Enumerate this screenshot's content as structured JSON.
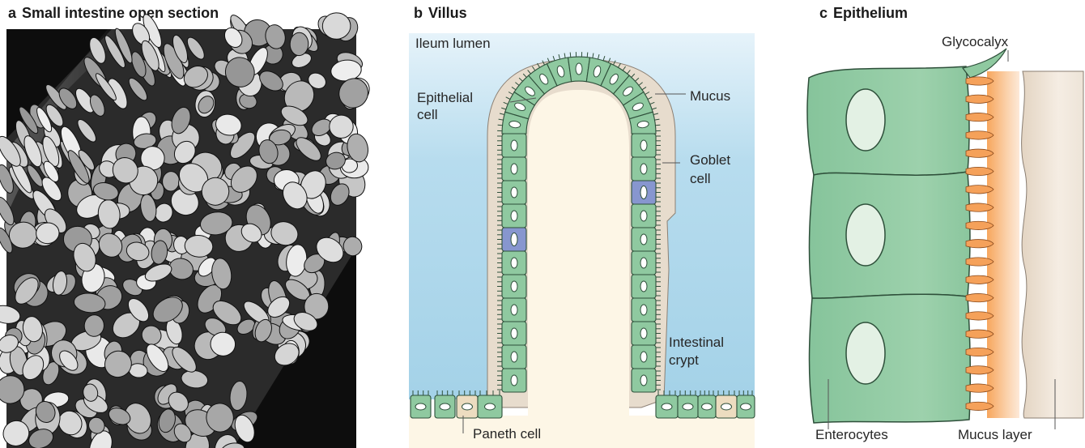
{
  "figure": {
    "panel_a": {
      "letter": "a",
      "title": "Small intestine open section"
    },
    "panel_b": {
      "letter": "b",
      "title": "Villus",
      "labels": {
        "lumen": "Ileum lumen",
        "epithelial_line1": "Epithelial",
        "epithelial_line2": "cell",
        "mucus": "Mucus",
        "goblet_line1": "Goblet",
        "goblet_line2": "cell",
        "crypt_line1": "Intestinal",
        "crypt_line2": "crypt",
        "paneth": "Paneth cell"
      }
    },
    "panel_c": {
      "letter": "c",
      "title": "Epithelium",
      "labels": {
        "glycocalyx": "Glycocalyx",
        "enterocytes": "Enterocytes",
        "mucus_layer": "Mucus layer"
      }
    }
  },
  "colors": {
    "cell_fill": "#8fc9a0",
    "cell_stroke": "#2e4f3a",
    "goblet_fill": "#8796cf",
    "paneth_fill": "#ecdcc0",
    "lumen_blue": "#a9d6ea",
    "villus_core": "#fdf6e6",
    "mucus_tan": "#e7dccd",
    "glycocalyx_orange": "#f5a15a"
  }
}
